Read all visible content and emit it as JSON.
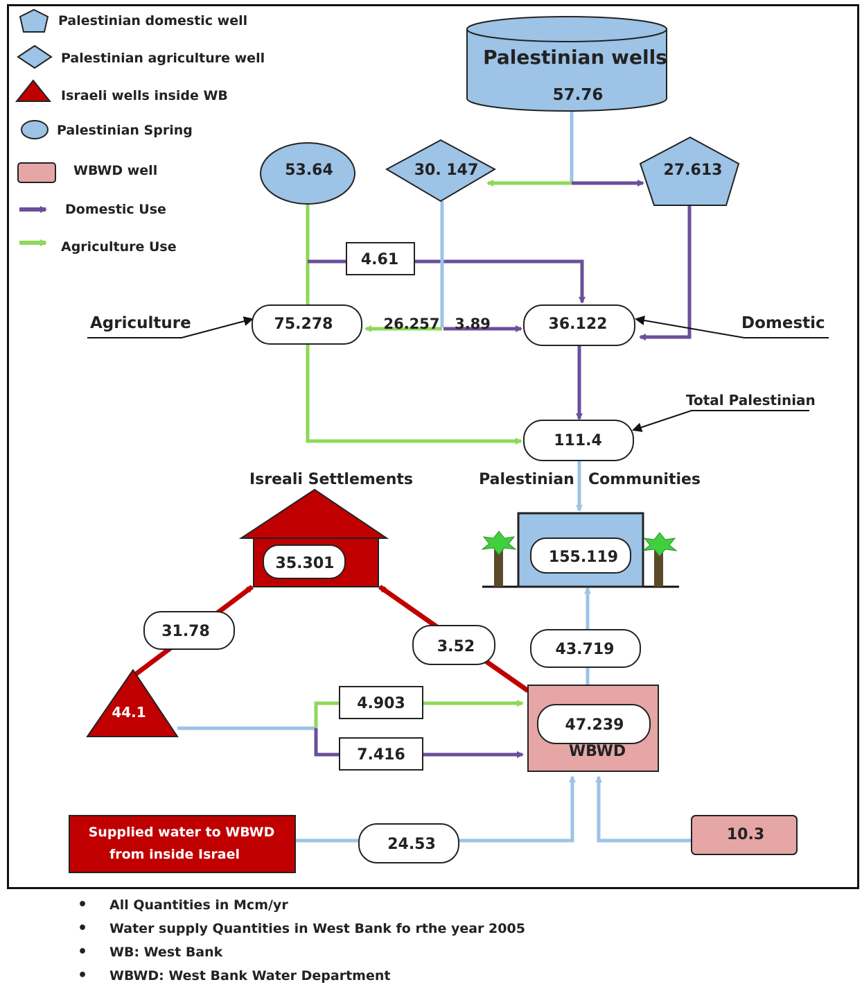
{
  "legend": {
    "domestic_well": "Palestinian domestic well",
    "agriculture_well": "Palestinian agriculture well",
    "israeli_wells": "Israeli wells inside WB",
    "spring": "Palestinian Spring",
    "wbwd_well": "WBWD well",
    "domestic_use": "Domestic Use",
    "agriculture_use": "Agriculture Use"
  },
  "colors": {
    "palestinian_blue": "#9dc3e6",
    "israeli_red": "#c00000",
    "wbwd_pink": "#e6a6a6",
    "domestic_purple": "#6a4f9a",
    "agriculture_green": "#8ed85a",
    "transfer_light_blue": "#9dc3e6"
  },
  "nodes": {
    "palestinian_wells_title": "Palestinian wells",
    "palestinian_wells_value": "57.76",
    "spring_value": "53.64",
    "agriculture_well_value": "30. 147",
    "domestic_well_value": "27.613",
    "spring_to_domestic": "4.61",
    "agriculture_label": "Agriculture",
    "agriculture_total": "75.278",
    "agri_well_to_agriculture": "26.257",
    "agri_well_to_domestic": "3.89",
    "domestic_total": "36.122",
    "domestic_label": "Domestic",
    "total_palestinian_label": "Total Palestinian",
    "total_palestinian_value": "111.4",
    "settlements_title": "Isreali Settlements",
    "settlements_value": "35.301",
    "communities_title_1": "Palestinian",
    "communities_title_2": "Communities",
    "communities_value": "155.119",
    "israeli_wells_to_settlements": "31.78",
    "israeli_wells_value": "44.1",
    "wbwd_to_settlements": "3.52",
    "wbwd_to_communities": "43.719",
    "israeli_to_wbwd_agri": "4.903",
    "israeli_to_wbwd_domestic": "7.416",
    "wbwd_value": "47.239",
    "wbwd_label": "WBWD",
    "supplied_line1": "Supplied water to WBWD",
    "supplied_line2": "from inside Israel",
    "supplied_value": "24.53",
    "wbwd_well_value": "10.3"
  },
  "notes": [
    "All Quantities in Mcm/yr",
    "Water supply Quantities in West Bank fo rthe year 2005",
    "WB: West Bank",
    "WBWD: West Bank Water Department"
  ]
}
